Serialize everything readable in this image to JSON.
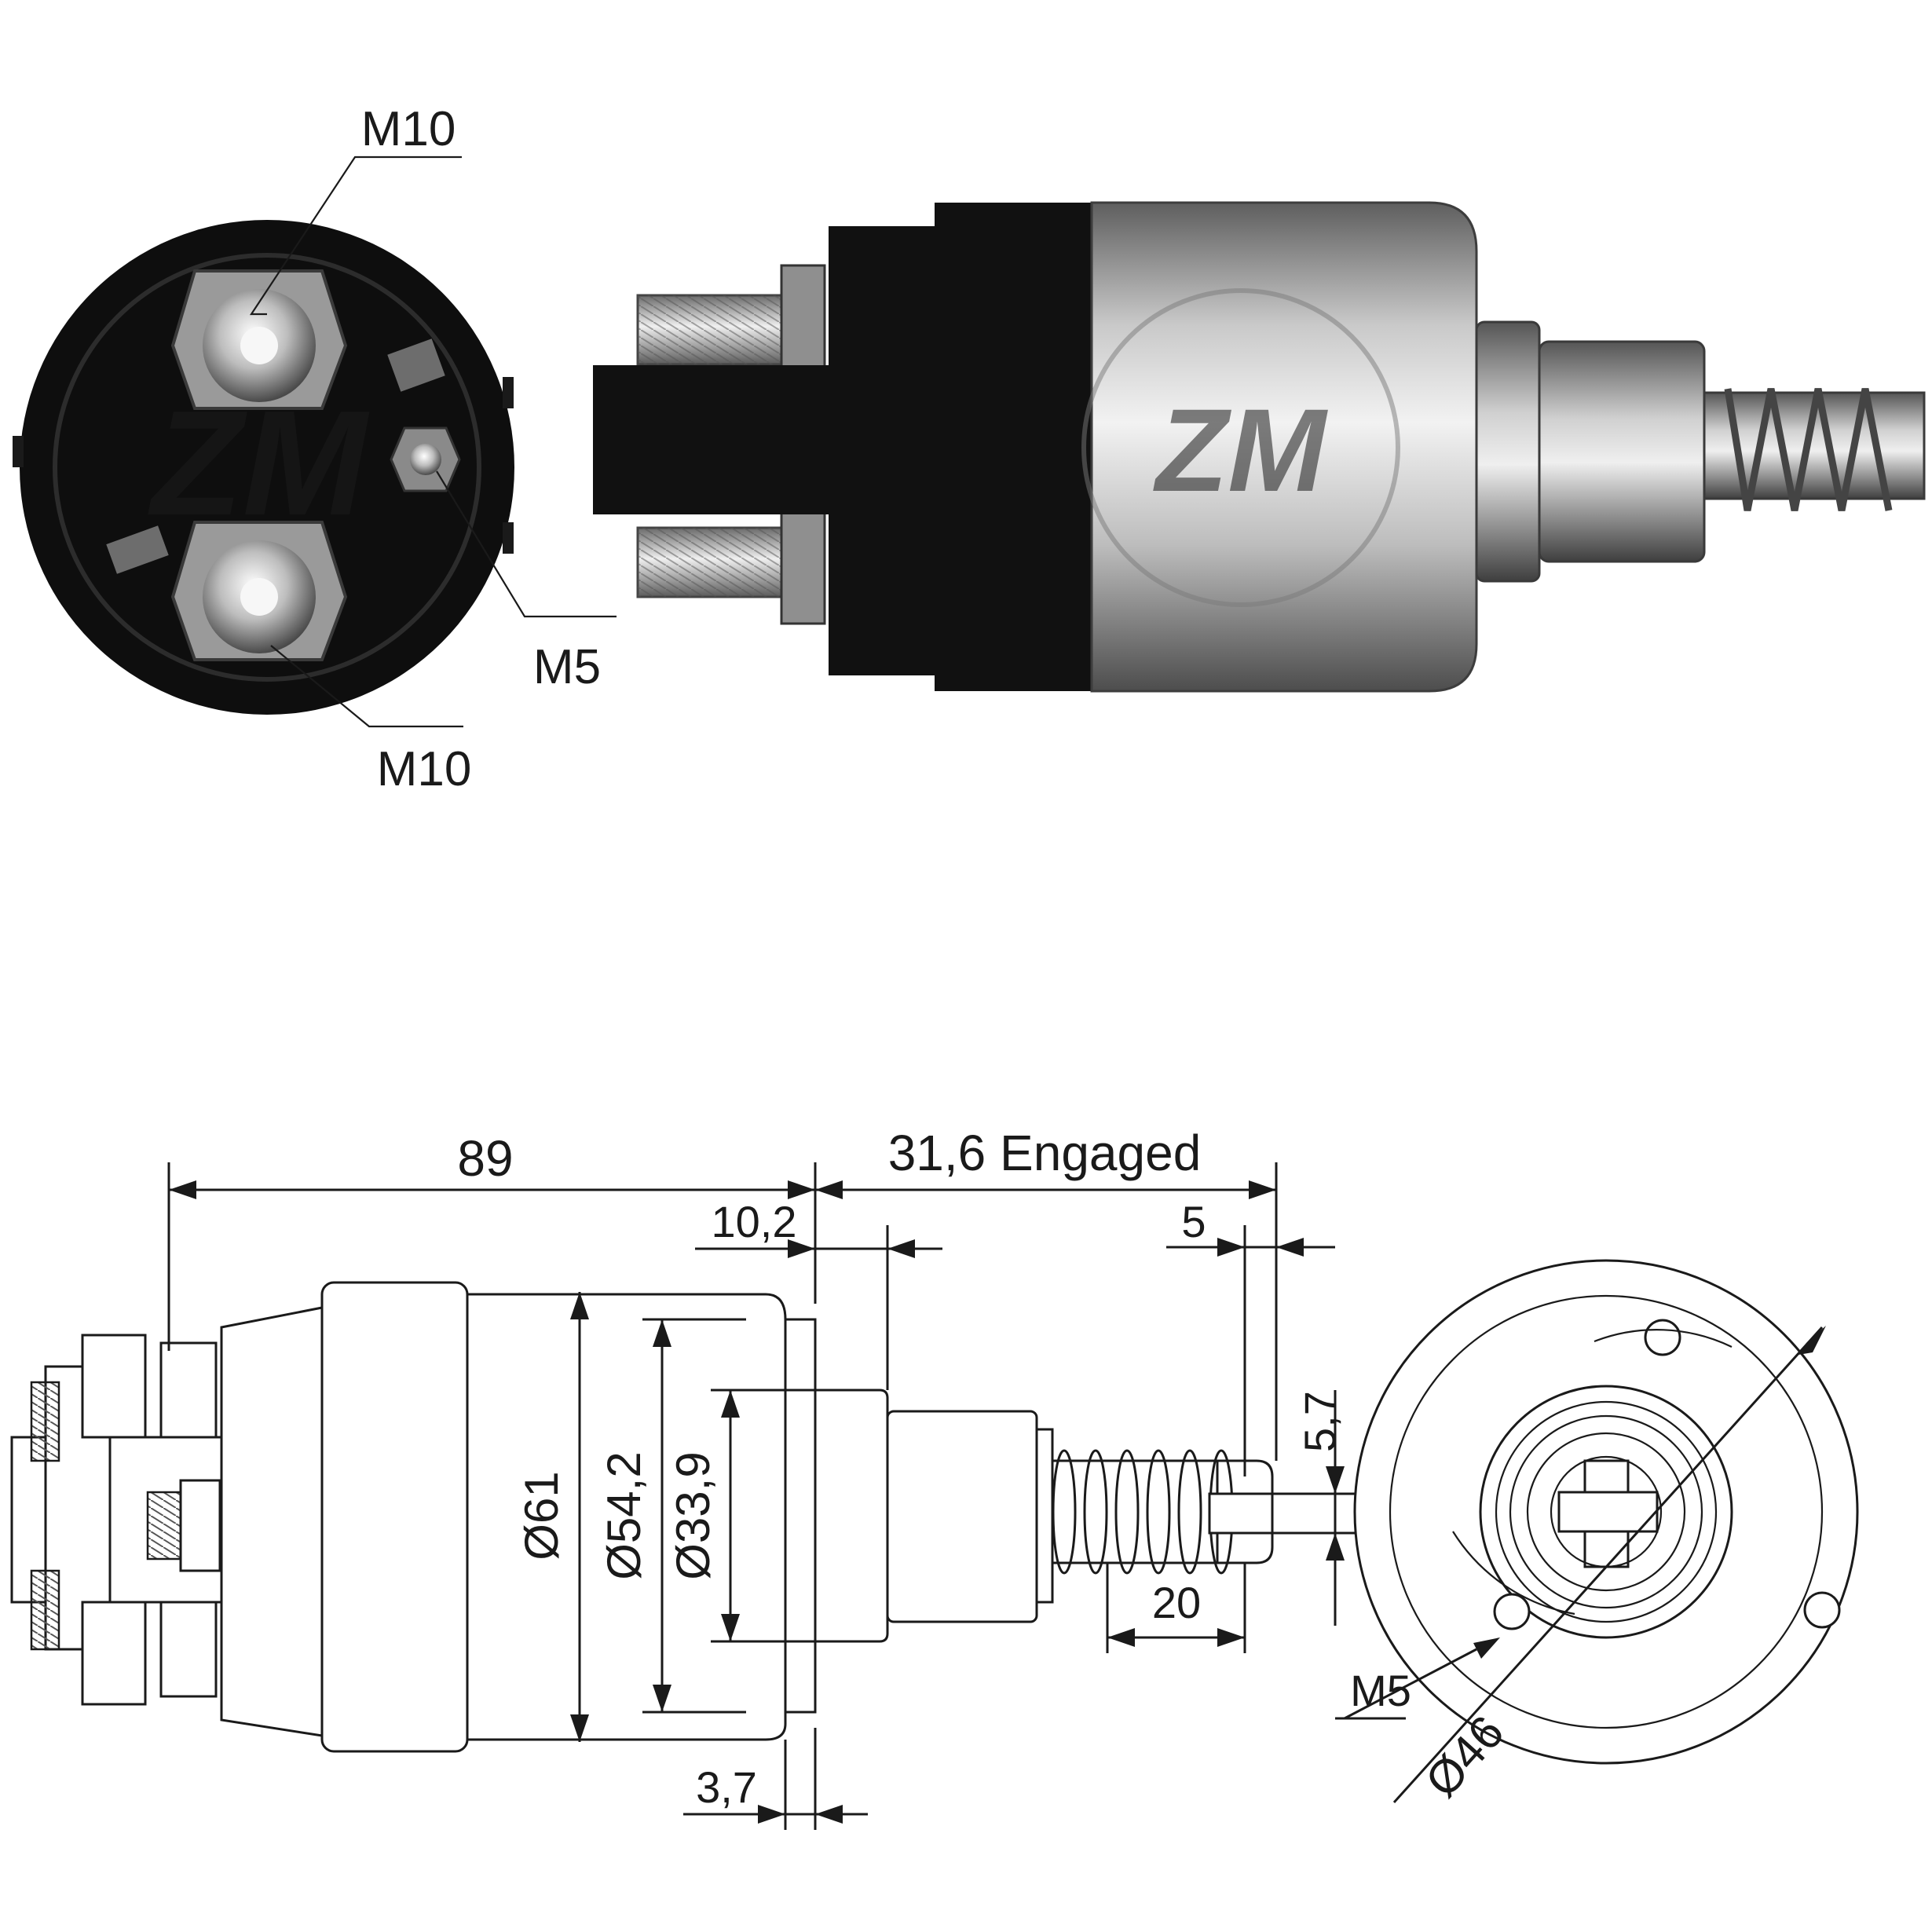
{
  "photo_labels": {
    "m10_top": "M10",
    "m10_bottom": "M10",
    "m5": "M5"
  },
  "logo": {
    "text": "ZM"
  },
  "drawing_dims": {
    "overall_length": "89",
    "stroke": "31,6 Engaged",
    "d1": "10,2",
    "d2": "5",
    "d3": "5,7",
    "d4": "20",
    "d5": "3,7",
    "dia1": "Ø61",
    "dia2": "Ø54,2",
    "dia3": "Ø33,9",
    "end_thread": "M5",
    "end_dia": "Ø46"
  },
  "colors": {
    "body_black": "#111111",
    "metal_light": "#d9d9d9",
    "metal_dark": "#6f6f6f",
    "line": "#1a1a1a"
  }
}
